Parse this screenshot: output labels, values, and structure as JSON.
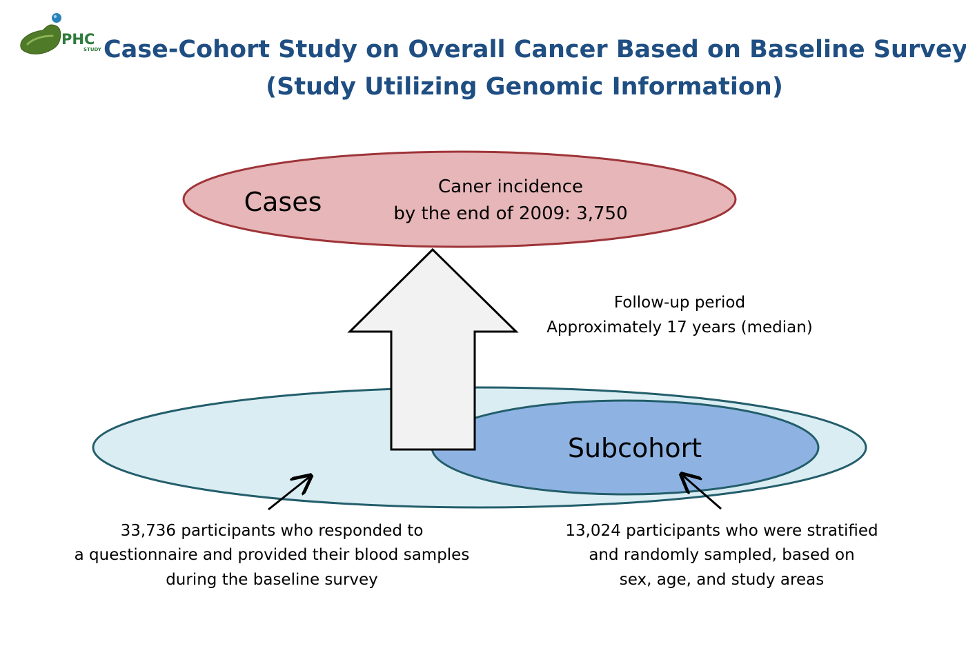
{
  "logo": {
    "text": "PHC",
    "subtext": "STUDY",
    "icon": "phc-study-logo",
    "colors": {
      "green": "#4f7a28",
      "blue": "#2a83b8",
      "text": "#2d7a3a"
    }
  },
  "title": {
    "line1": "Case-Cohort Study on Overall Cancer Based on Baseline Survey",
    "line2": "(Study Utilizing Genomic Information)",
    "color": "#1f4e82"
  },
  "cases": {
    "label": "Cases",
    "description_line1": "Caner incidence",
    "description_line2": "by the end of 2009: 3,750",
    "fill": "#e6b6b8",
    "stroke": "#9e3438"
  },
  "follow_up": {
    "line1": "Follow-up period",
    "line2": "Approximately 17 years (median)"
  },
  "arrow": {
    "icon": "up-arrow-icon",
    "fill": "#f2f2f2",
    "stroke": "#000000"
  },
  "cohort": {
    "fill": "#daedf3",
    "stroke": "#235e6b"
  },
  "subcohort": {
    "label": "Subcohort",
    "fill": "#8eb3e2",
    "stroke": "#235e6b"
  },
  "participants_note": {
    "line1": "33,736 participants who responded to",
    "line2": "a questionnaire and provided their blood samples",
    "line3": "during the baseline survey"
  },
  "subcohort_note": {
    "line1": "13,024 participants who were stratified",
    "line2": "and randomly sampled, based on",
    "line3": "sex, age, and study areas"
  }
}
